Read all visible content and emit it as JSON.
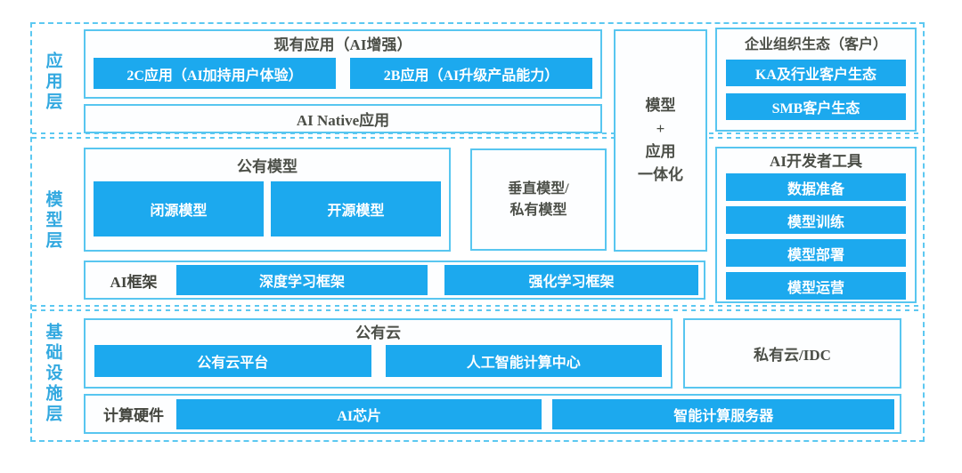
{
  "layers": {
    "application_label": "应用层",
    "model_label": "模型层",
    "infrastructure_label": "基础设施层"
  },
  "application": {
    "existing_apps": {
      "title": "现有应用（AI增强）",
      "items": [
        "2C应用（AI加持用户体验）",
        "2B应用（AI升级产品能力）"
      ]
    },
    "ai_native": "AI Native应用",
    "enterprise_eco": {
      "title": "企业组织生态（客户）",
      "items": [
        "KA及行业客户生态",
        "SMB客户生态"
      ]
    }
  },
  "integration_column": {
    "lines": [
      "模型",
      "+",
      "应用",
      "一体化"
    ]
  },
  "model": {
    "public_models": {
      "title": "公有模型",
      "items": [
        "闭源模型",
        "开源模型"
      ]
    },
    "vertical_models": {
      "lines": [
        "垂直模型/",
        "私有模型"
      ]
    },
    "ai_devtools": {
      "title": "AI开发者工具",
      "items": [
        "数据准备",
        "模型训练",
        "模型部署",
        "模型运营"
      ]
    },
    "ai_framework": {
      "label": "AI框架",
      "items": [
        "深度学习框架",
        "强化学习框架"
      ]
    }
  },
  "infrastructure": {
    "public_cloud": {
      "title": "公有云",
      "items": [
        "公有云平台",
        "人工智能计算中心"
      ]
    },
    "private_cloud": "私有云/IDC",
    "hardware": {
      "label": "计算硬件",
      "items": [
        "AI芯片",
        "智能计算服务器"
      ]
    }
  },
  "colors": {
    "bar_blue": "#1ca9ee",
    "border_blue": "#58c6f0",
    "dashed_blue": "#5cc8f1",
    "layer_label_blue": "#33a9e0",
    "heading_text": "#4b4e47"
  }
}
